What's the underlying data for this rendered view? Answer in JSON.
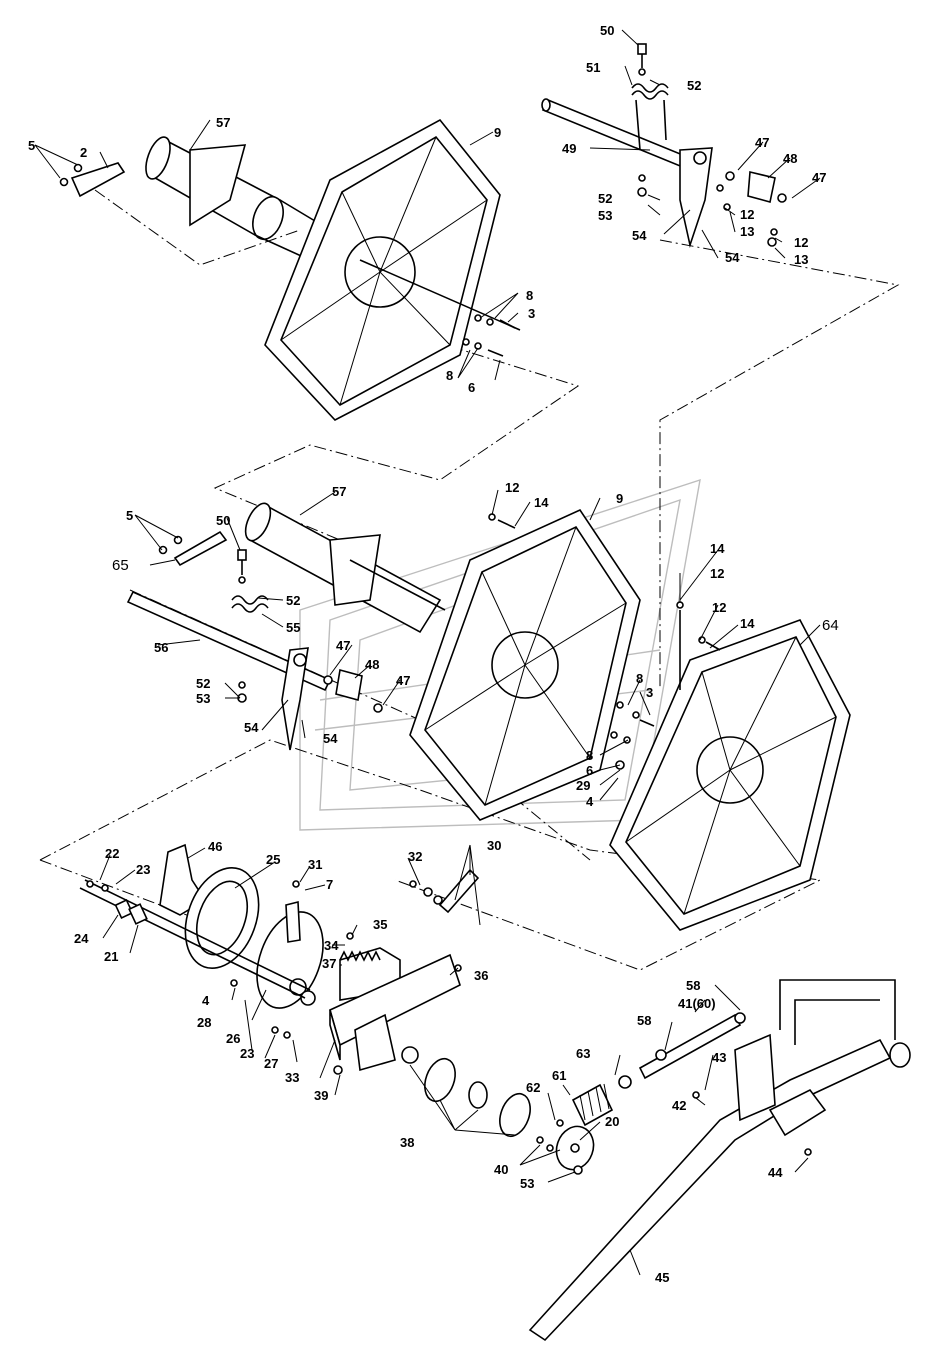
{
  "callouts": [
    {
      "id": "c50a",
      "text": "50"
    },
    {
      "id": "c51",
      "text": "51"
    },
    {
      "id": "c52a",
      "text": "52"
    },
    {
      "id": "c49",
      "text": "49"
    },
    {
      "id": "c47a",
      "text": "47"
    },
    {
      "id": "c48a",
      "text": "48"
    },
    {
      "id": "c47b",
      "text": "47"
    },
    {
      "id": "c52b",
      "text": "52"
    },
    {
      "id": "c12a",
      "text": "12"
    },
    {
      "id": "c53a",
      "text": "53"
    },
    {
      "id": "c13a",
      "text": "13"
    },
    {
      "id": "c54a",
      "text": "54"
    },
    {
      "id": "c12b",
      "text": "12"
    },
    {
      "id": "c54b",
      "text": "54"
    },
    {
      "id": "c13b",
      "text": "13"
    },
    {
      "id": "c5a",
      "text": "5"
    },
    {
      "id": "c2",
      "text": "2"
    },
    {
      "id": "c57a",
      "text": "57"
    },
    {
      "id": "c9a",
      "text": "9"
    },
    {
      "id": "c8a",
      "text": "8"
    },
    {
      "id": "c3a",
      "text": "3"
    },
    {
      "id": "c8b",
      "text": "8"
    },
    {
      "id": "c6a",
      "text": "6"
    },
    {
      "id": "c12c",
      "text": "12"
    },
    {
      "id": "c14a",
      "text": "14"
    },
    {
      "id": "c57b",
      "text": "57"
    },
    {
      "id": "c9b",
      "text": "9"
    },
    {
      "id": "c5b",
      "text": "5"
    },
    {
      "id": "c50b",
      "text": "50"
    },
    {
      "id": "c65",
      "text": "65"
    },
    {
      "id": "c52c",
      "text": "52"
    },
    {
      "id": "c55",
      "text": "55"
    },
    {
      "id": "c14b",
      "text": "14"
    },
    {
      "id": "c12d",
      "text": "12"
    },
    {
      "id": "c12e",
      "text": "12"
    },
    {
      "id": "c14c",
      "text": "14"
    },
    {
      "id": "c64",
      "text": "64"
    },
    {
      "id": "c56",
      "text": "56"
    },
    {
      "id": "c47c",
      "text": "47"
    },
    {
      "id": "c48b",
      "text": "48"
    },
    {
      "id": "c47d",
      "text": "47"
    },
    {
      "id": "c52d",
      "text": "52"
    },
    {
      "id": "c53b",
      "text": "53"
    },
    {
      "id": "c54c",
      "text": "54"
    },
    {
      "id": "c54d",
      "text": "54"
    },
    {
      "id": "c8c",
      "text": "8"
    },
    {
      "id": "c3b",
      "text": "3"
    },
    {
      "id": "c8d",
      "text": "8"
    },
    {
      "id": "c6b",
      "text": "6"
    },
    {
      "id": "c29",
      "text": "29"
    },
    {
      "id": "c4a",
      "text": "4"
    },
    {
      "id": "c22",
      "text": "22"
    },
    {
      "id": "c23a",
      "text": "23"
    },
    {
      "id": "c46",
      "text": "46"
    },
    {
      "id": "c25",
      "text": "25"
    },
    {
      "id": "c31",
      "text": "31"
    },
    {
      "id": "c7",
      "text": "7"
    },
    {
      "id": "c32",
      "text": "32"
    },
    {
      "id": "c30",
      "text": "30"
    },
    {
      "id": "c24",
      "text": "24"
    },
    {
      "id": "c21",
      "text": "21"
    },
    {
      "id": "c35",
      "text": "35"
    },
    {
      "id": "c34",
      "text": "34"
    },
    {
      "id": "c37",
      "text": "37"
    },
    {
      "id": "c36",
      "text": "36"
    },
    {
      "id": "c4b",
      "text": "4"
    },
    {
      "id": "c28",
      "text": "28"
    },
    {
      "id": "c26",
      "text": "26"
    },
    {
      "id": "c23b",
      "text": "23"
    },
    {
      "id": "c27",
      "text": "27"
    },
    {
      "id": "c33",
      "text": "33"
    },
    {
      "id": "c39",
      "text": "39"
    },
    {
      "id": "c58a",
      "text": "58"
    },
    {
      "id": "c41",
      "text": "41(60)"
    },
    {
      "id": "c58b",
      "text": "58"
    },
    {
      "id": "c63",
      "text": "63"
    },
    {
      "id": "c43",
      "text": "43"
    },
    {
      "id": "c61",
      "text": "61"
    },
    {
      "id": "c62",
      "text": "62"
    },
    {
      "id": "c42",
      "text": "42"
    },
    {
      "id": "c20",
      "text": "20"
    },
    {
      "id": "c38",
      "text": "38"
    },
    {
      "id": "c40",
      "text": "40"
    },
    {
      "id": "c53c",
      "text": "53"
    },
    {
      "id": "c44",
      "text": "44"
    },
    {
      "id": "c45",
      "text": "45"
    }
  ]
}
